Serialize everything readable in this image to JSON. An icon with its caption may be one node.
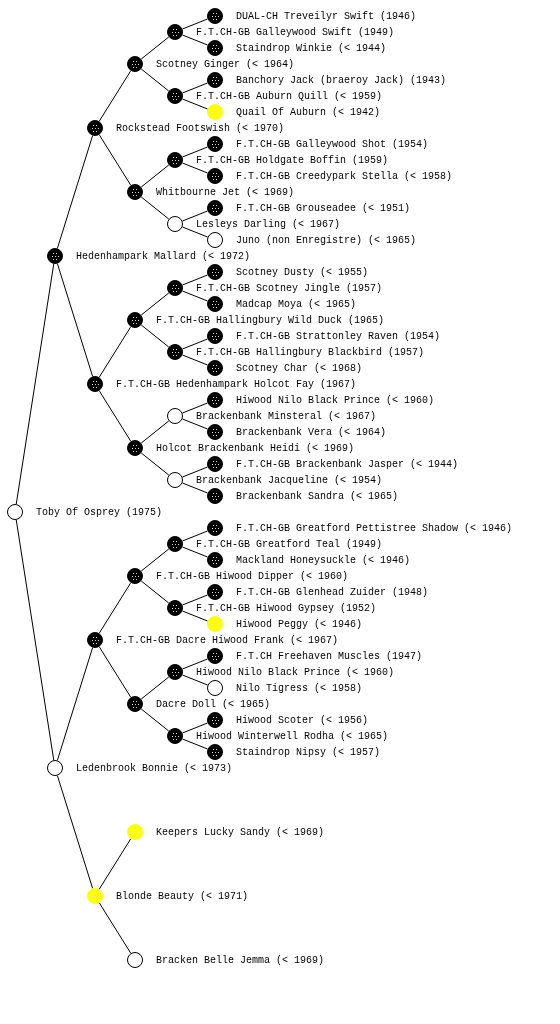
{
  "diagram": {
    "nodes": [
      {
        "text": [
          "DUAL-CH Treveilyr Swift (1946)"
        ]
      },
      {
        "text": [
          "F.T.CH-GB Galleywood Swift (1949)"
        ]
      },
      {
        "text": [
          "Staindrop Winkie (< 1944)"
        ]
      },
      {
        "text": [
          "Scotney Ginger (< 1964)"
        ]
      },
      {
        "text": [
          "Banchory Jack (braeroy Jack) (1943)"
        ]
      },
      {
        "text": [
          "F.T.CH-GB Auburn Quill (< 1959)"
        ]
      },
      {
        "text": [
          "Quail Of Auburn (< 1942)"
        ]
      },
      {
        "text": [
          "Rockstead Footswish (< 1970)"
        ]
      },
      {
        "text": [
          "F.T.CH-GB Galleywood Shot (1954)"
        ]
      },
      {
        "text": [
          "F.T.CH-GB Holdgate Boffin (1959)"
        ]
      },
      {
        "text": [
          "F.T.CH-GB Creedypark Stella (< 1958)"
        ]
      },
      {
        "text": [
          "Whitbourne Jet (< 1969)"
        ]
      },
      {
        "text": [
          "F.T.CH-GB Grouseadee (< 1951)"
        ]
      },
      {
        "text": [
          "Lesleys Darling (< 1967)"
        ]
      },
      {
        "text": [
          "Juno (non Enregistre) (< 1965)"
        ]
      },
      {
        "text": [
          "Hedenhampark Mallard (< 1972)"
        ]
      },
      {
        "text": [
          "Scotney Dusty (< 1955)"
        ]
      },
      {
        "text": [
          "F.T.CH-GB Scotney Jingle (1957)"
        ]
      },
      {
        "text": [
          "Madcap Moya (< 1965)"
        ]
      },
      {
        "text": [
          "F.T.CH-GB Hallingbury Wild Duck (1965)"
        ]
      },
      {
        "text": [
          "F.T.CH-GB Strattonley Raven (1954)"
        ]
      },
      {
        "text": [
          "F.T.CH-GB Hallingbury Blackbird (1957)"
        ]
      },
      {
        "text": [
          "Scotney Char (< 1968)"
        ]
      },
      {
        "text": [
          "F.T.CH-GB Hedenhampark Holcot Fay (1967)"
        ]
      },
      {
        "text": [
          "Hiwood Nilo Black Prince (< 1960)"
        ]
      },
      {
        "text": [
          "Brackenbank Minsteral (< 1967)"
        ]
      },
      {
        "text": [
          "Brackenbank Vera (< 1964)"
        ]
      },
      {
        "text": [
          "Holcot Brackenbank Heidi (< 1969)"
        ]
      },
      {
        "text": [
          "F.T.CH-GB Brackenbank Jasper (< 1944)"
        ]
      },
      {
        "text": [
          "Brackenbank Jacqueline (< 1954)"
        ]
      },
      {
        "text": [
          "Brackenbank Sandra (< 1965)"
        ]
      },
      {
        "text": [
          "Toby Of Osprey (1975)"
        ]
      },
      {
        "text": [
          "F.T.CH-GB Greatford Pettistree Shadow (< 1946)"
        ]
      },
      {
        "text": [
          "F.T.CH-GB Greatford Teal (1949)"
        ]
      },
      {
        "text": [
          "Mackland Honeysuckle (< 1946)"
        ]
      },
      {
        "text": [
          "F.T.CH-GB Hiwood Dipper (< 1960)"
        ]
      },
      {
        "text": [
          "F.T.CH-GB Glenhead Zuider (1948)"
        ]
      },
      {
        "text": [
          "F.T.CH-GB Hiwood Gypsey (1952)"
        ]
      },
      {
        "text": [
          "Hiwood Peggy (< 1946)"
        ]
      },
      {
        "text": [
          "F.T.CH-GB Dacre Hiwood Frank (< 1967)"
        ]
      },
      {
        "text": [
          "F.T.CH Freehaven Muscles (1947)"
        ]
      },
      {
        "text": [
          "Hiwood Nilo Black Prince (< 1960)"
        ]
      },
      {
        "text": [
          "Nilo Tigress (< 1958)"
        ]
      },
      {
        "text": [
          "Dacre Doll (< 1965)"
        ]
      },
      {
        "text": [
          "Hiwood Scoter (< 1956)"
        ]
      },
      {
        "text": [
          "Hiwood Winterwell Rodha (< 1965)"
        ]
      },
      {
        "text": [
          "Staindrop Nipsy (< 1957)"
        ]
      },
      {
        "text": [
          "Ledenbrook Bonnie (< 1973)"
        ]
      },
      {
        "text": [
          "Keepers Lucky Sandy (< 1969)"
        ]
      },
      {
        "text": [
          "Blonde Beauty (< 1971)"
        ]
      },
      {
        "text": [
          "Bracken Belle Jemma (< 1969)"
        ]
      }
    ],
    "edges": [
      {
        "from": 31,
        "to": 15,
        "arrow": "none"
      },
      {
        "from": 31,
        "to": 47,
        "arrow": "none"
      },
      {
        "from": 15,
        "to": 7,
        "arrow": "none"
      },
      {
        "from": 15,
        "to": 23,
        "arrow": "none"
      },
      {
        "from": 7,
        "to": 3,
        "arrow": "none"
      },
      {
        "from": 7,
        "to": 11,
        "arrow": "none"
      },
      {
        "from": 3,
        "to": 1,
        "arrow": "none"
      },
      {
        "from": 3,
        "to": 5,
        "arrow": "none"
      },
      {
        "from": 1,
        "to": 0,
        "arrow": "none"
      },
      {
        "from": 1,
        "to": 2,
        "arrow": "none"
      },
      {
        "from": 5,
        "to": 4,
        "arrow": "none"
      },
      {
        "from": 5,
        "to": 6,
        "arrow": "none"
      },
      {
        "from": 11,
        "to": 9,
        "arrow": "none"
      },
      {
        "from": 11,
        "to": 13,
        "arrow": "none"
      },
      {
        "from": 9,
        "to": 8,
        "arrow": "none"
      },
      {
        "from": 9,
        "to": 10,
        "arrow": "none"
      },
      {
        "from": 13,
        "to": 12,
        "arrow": "none"
      },
      {
        "from": 13,
        "to": 14,
        "arrow": "none"
      },
      {
        "from": 23,
        "to": 19,
        "arrow": "none"
      },
      {
        "from": 23,
        "to": 27,
        "arrow": "none"
      },
      {
        "from": 19,
        "to": 17,
        "arrow": "none"
      },
      {
        "from": 19,
        "to": 21,
        "arrow": "none"
      },
      {
        "from": 17,
        "to": 16,
        "arrow": "none"
      },
      {
        "from": 17,
        "to": 18,
        "arrow": "none"
      },
      {
        "from": 21,
        "to": 20,
        "arrow": "none"
      },
      {
        "from": 21,
        "to": 22,
        "arrow": "none"
      },
      {
        "from": 27,
        "to": 25,
        "arrow": "none"
      },
      {
        "from": 27,
        "to": 29,
        "arrow": "none"
      },
      {
        "from": 25,
        "to": 24,
        "arrow": "none"
      },
      {
        "from": 25,
        "to": 26,
        "arrow": "none"
      },
      {
        "from": 29,
        "to": 28,
        "arrow": "none"
      },
      {
        "from": 29,
        "to": 30,
        "arrow": "none"
      },
      {
        "from": 47,
        "to": 39,
        "arrow": "none"
      },
      {
        "from": 47,
        "to": 49,
        "arrow": "none"
      },
      {
        "from": 39,
        "to": 35,
        "arrow": "none"
      },
      {
        "from": 39,
        "to": 43,
        "arrow": "none"
      },
      {
        "from": 35,
        "to": 33,
        "arrow": "none"
      },
      {
        "from": 35,
        "to": 37,
        "arrow": "none"
      },
      {
        "from": 33,
        "to": 32,
        "arrow": "none"
      },
      {
        "from": 33,
        "to": 34,
        "arrow": "none"
      },
      {
        "from": 37,
        "to": 36,
        "arrow": "none"
      },
      {
        "from": 37,
        "to": 38,
        "arrow": "none"
      },
      {
        "from": 43,
        "to": 41,
        "arrow": "none"
      },
      {
        "from": 43,
        "to": 45,
        "arrow": "none"
      },
      {
        "from": 41,
        "to": 40,
        "arrow": "none"
      },
      {
        "from": 41,
        "to": 42,
        "arrow": "none"
      },
      {
        "from": 45,
        "to": 44,
        "arrow": "none"
      },
      {
        "from": 45,
        "to": 46,
        "arrow": "none"
      },
      {
        "from": 49,
        "to": 48,
        "arrow": "none"
      },
      {
        "from": 49,
        "to": 50,
        "arrow": "none"
      }
    ]
  }
}
